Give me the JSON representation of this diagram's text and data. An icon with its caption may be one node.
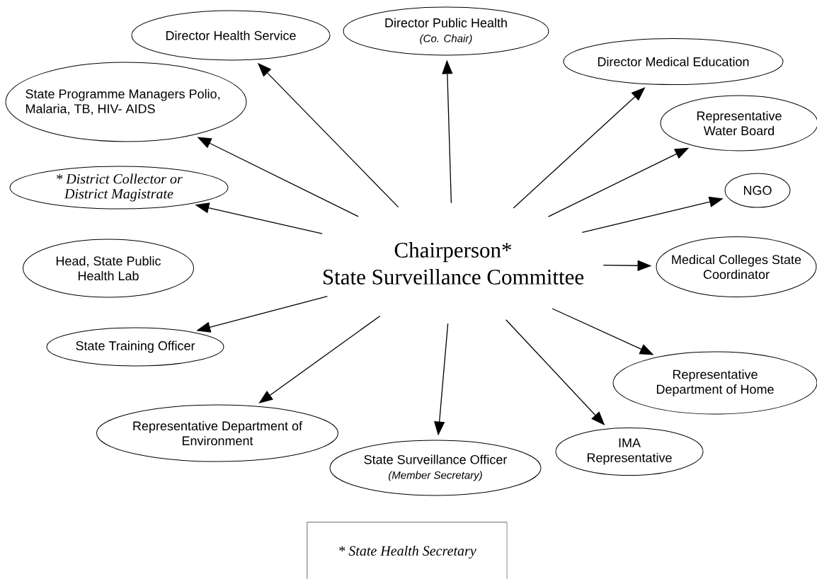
{
  "diagram": {
    "nodes": [
      {
        "text": [
          "Chairperson*",
          "State Surveillance Committee"
        ]
      },
      {
        "text": [
          "Director Health Service"
        ]
      },
      {
        "text": [
          "Director Public Health",
          "(Co. Chair)"
        ]
      },
      {
        "text": [
          "Director Medical Education"
        ]
      },
      {
        "text": [
          "State Programme Managers Polio, Malaria, TB, HIV- AIDS"
        ]
      },
      {
        "text": [
          "Representative Water Board"
        ]
      },
      {
        "text": [
          "* District Collector or District Magistrate"
        ]
      },
      {
        "text": [
          "NGO"
        ]
      },
      {
        "text": [
          "Head, State Public Health Lab"
        ]
      },
      {
        "text": [
          "Medical Colleges State Coordinator"
        ]
      },
      {
        "text": [
          "State Training Officer"
        ]
      },
      {
        "text": [
          "Representative Department of Home"
        ]
      },
      {
        "text": [
          "Representative Department of Environment"
        ]
      },
      {
        "text": [
          "IMA Representative"
        ]
      },
      {
        "text": [
          "State Surveillance Officer",
          "(Member Secretary)"
        ]
      },
      {
        "text": [
          "* State Health Secretary"
        ]
      }
    ],
    "edges": [
      {
        "from": 0,
        "to": 1,
        "arrow": "to"
      },
      {
        "from": 0,
        "to": 2,
        "arrow": "to"
      },
      {
        "from": 0,
        "to": 3,
        "arrow": "to"
      },
      {
        "from": 0,
        "to": 4,
        "arrow": "to"
      },
      {
        "from": 0,
        "to": 5,
        "arrow": "to"
      },
      {
        "from": 0,
        "to": 6,
        "arrow": "to"
      },
      {
        "from": 0,
        "to": 7,
        "arrow": "to"
      },
      {
        "from": 0,
        "to": 9,
        "arrow": "to"
      },
      {
        "from": 0,
        "to": 10,
        "arrow": "to"
      },
      {
        "from": 0,
        "to": 11,
        "arrow": "to"
      },
      {
        "from": 0,
        "to": 12,
        "arrow": "to"
      },
      {
        "from": 0,
        "to": 13,
        "arrow": "to"
      },
      {
        "from": 0,
        "to": 14,
        "arrow": "to"
      }
    ]
  }
}
